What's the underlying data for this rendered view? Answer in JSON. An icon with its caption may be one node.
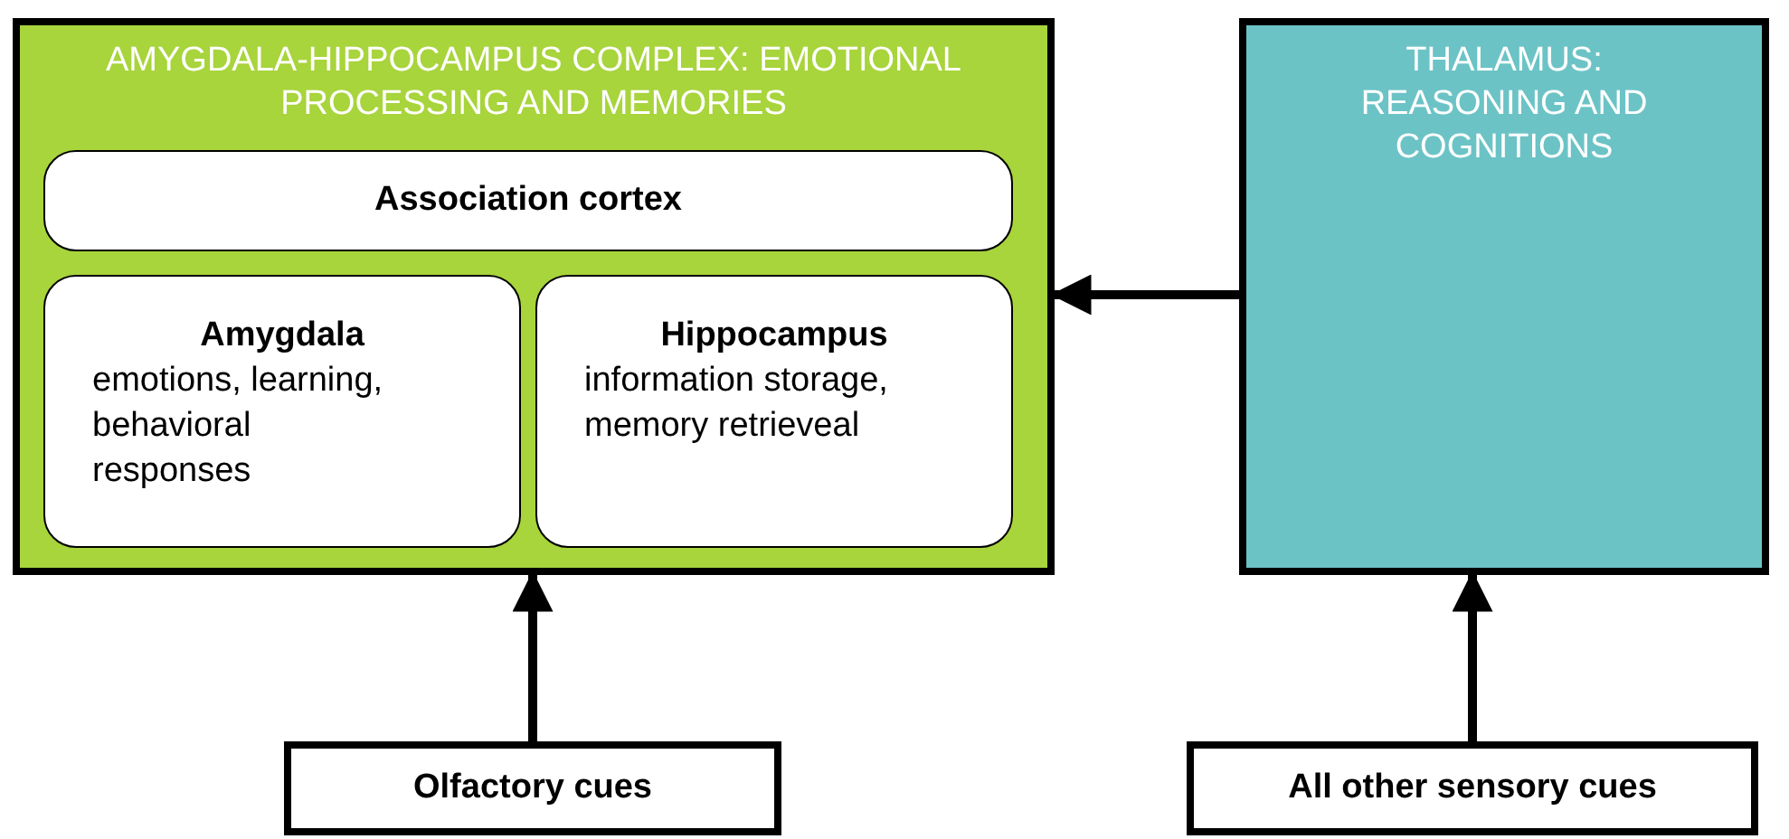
{
  "diagram": {
    "nodes": [
      {
        "text": [
          "AMYGDALA-HIPPOCAMPUS COMPLEX: EMOTIONAL PROCESSING AND MEMORIES"
        ]
      },
      {
        "text": [
          "Association cortex"
        ],
        "in": 0
      },
      {
        "text": [
          "Amygdala",
          "emotions, learning, behavioral responses"
        ],
        "in": 0
      },
      {
        "text": [
          "Hippocampus",
          "information storage, memory retrieveal"
        ],
        "in": 0
      },
      {
        "text": [
          "THALAMUS: REASONING AND COGNITIONS"
        ]
      },
      {
        "text": [
          "Olfactory cues"
        ]
      },
      {
        "text": [
          "All other sensory cues"
        ]
      }
    ],
    "edges": [
      {
        "from": 4,
        "to": 0,
        "arrow": "to"
      },
      {
        "from": 5,
        "to": 0,
        "arrow": "to"
      },
      {
        "from": 6,
        "to": 4,
        "arrow": "to"
      }
    ]
  }
}
